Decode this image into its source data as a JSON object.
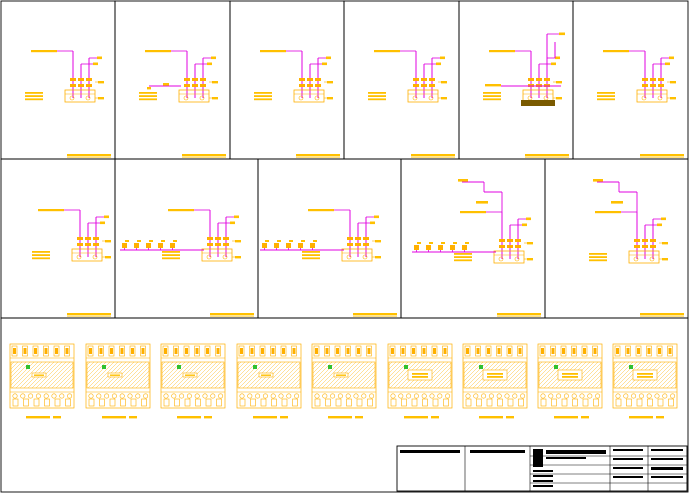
{
  "drawing": {
    "colors": {
      "background": "#ffffff",
      "frame": "#000000",
      "pipe": "#e000e0",
      "fixture": "#ffb000",
      "label": "#ffc000",
      "dark_label": "#7a5a00",
      "hatch": "#ffb000",
      "title_dark": "#000000"
    },
    "row1_panels": [
      {
        "id": "p1",
        "variant": "simple"
      },
      {
        "id": "p2",
        "variant": "simple-left"
      },
      {
        "id": "p3",
        "variant": "simple"
      },
      {
        "id": "p4",
        "variant": "simple"
      },
      {
        "id": "p5",
        "variant": "complex"
      },
      {
        "id": "p6",
        "variant": "simple"
      }
    ],
    "row2_panels": [
      {
        "id": "q1",
        "variant": "simple"
      },
      {
        "id": "q2",
        "variant": "branch"
      },
      {
        "id": "q3",
        "variant": "branch"
      },
      {
        "id": "q4",
        "variant": "branch-top"
      },
      {
        "id": "q5",
        "variant": "top"
      }
    ],
    "row3_plans": [
      {
        "id": "r1",
        "variant": "a"
      },
      {
        "id": "r2",
        "variant": "a"
      },
      {
        "id": "r3",
        "variant": "a"
      },
      {
        "id": "r4",
        "variant": "a"
      },
      {
        "id": "r5",
        "variant": "a"
      },
      {
        "id": "r6",
        "variant": "b"
      },
      {
        "id": "r7",
        "variant": "b"
      },
      {
        "id": "r8",
        "variant": "b"
      },
      {
        "id": "r9",
        "variant": "b"
      }
    ],
    "title_block": {
      "cells": 12
    }
  }
}
